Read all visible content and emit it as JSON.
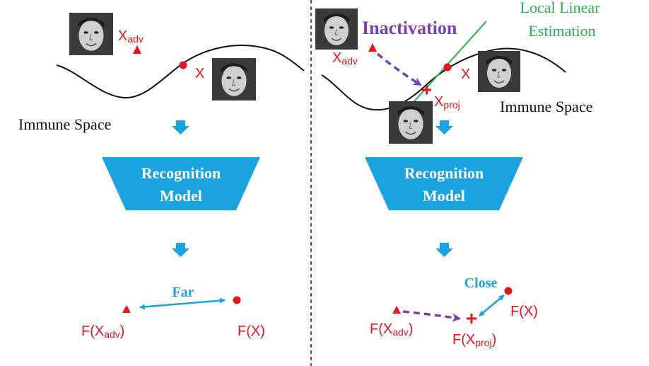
{
  "colors": {
    "red": "#e8141c",
    "blue": "#1aa3e0",
    "purple": "#7b3fb2",
    "green": "#27b24a",
    "black": "#111111"
  },
  "left": {
    "x_adv": {
      "base": "X",
      "sub": "adv"
    },
    "x": "X",
    "space_label": "Immune Space",
    "model_line1": "Recognition",
    "model_line2": "Model",
    "far_label": "Far",
    "f_xadv": {
      "pre": "F(X",
      "sub": "adv",
      "post": ")"
    },
    "f_x": "F(X)"
  },
  "right": {
    "x_adv": {
      "base": "X",
      "sub": "adv"
    },
    "x": "X",
    "x_proj": {
      "base": "X",
      "sub": "proj"
    },
    "inactivation_label": "Inactivation",
    "local_linear_line1": "Local Linear",
    "local_linear_line2": "Estimation",
    "space_label": "Immune Space",
    "model_line1": "Recognition",
    "model_line2": "Model",
    "close_label": "Close",
    "f_xadv": {
      "pre": "F(X",
      "sub": "adv",
      "post": ")"
    },
    "f_x": "F(X)",
    "f_xproj": {
      "pre": "F(X",
      "sub": "proj",
      "post": ")"
    }
  },
  "icons": {
    "face_left_adv": "face-photo-icon",
    "face_left_clean": "face-photo-icon",
    "face_right_adv": "face-photo-icon",
    "face_right_clean": "face-photo-icon",
    "face_right_proj": "face-photo-icon"
  }
}
